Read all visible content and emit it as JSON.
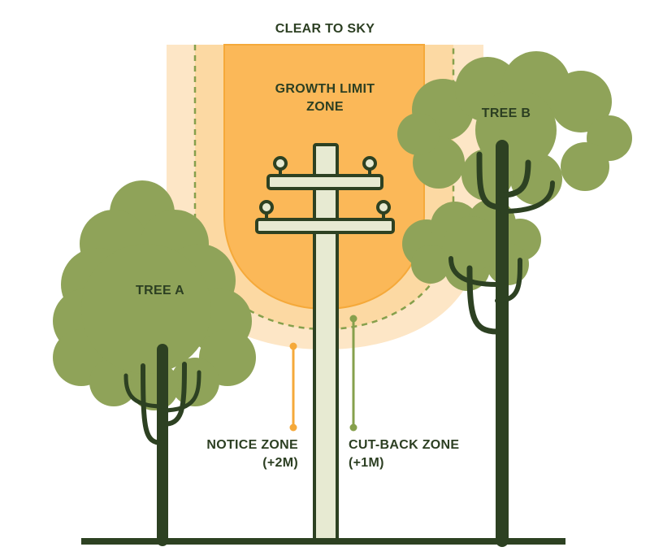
{
  "labels": {
    "clear_to_sky": "CLEAR TO SKY",
    "growth_limit_line1": "GROWTH LIMIT",
    "growth_limit_line2": "ZONE",
    "tree_a": "TREE A",
    "tree_b": "TREE B",
    "notice_zone_line1": "NOTICE ZONE",
    "notice_zone_line2": "(+2M)",
    "cut_back_zone_line1": "CUT-BACK ZONE",
    "cut_back_zone_line2": "(+1M)"
  },
  "colors": {
    "growth_zone": "#fbb858",
    "growth_zone_edge": "#f5a93a",
    "notice_zone": "#fde6c6",
    "cut_back_zone": "#fcd9a3",
    "cut_back_dash": "#86a04c",
    "foliage": "#8fa359",
    "foliage_dark": "#7a9044",
    "trunk": "#2d4122",
    "pole": "#e7ead2",
    "pole_outline": "#2d4122",
    "text": "#2c3f22",
    "notice_marker": "#f5a93a",
    "cut_back_marker": "#86a04c",
    "ground": "#2d4122"
  },
  "icons": [
    "power-pole-icon",
    "tree-icon",
    "insulator-icon"
  ]
}
